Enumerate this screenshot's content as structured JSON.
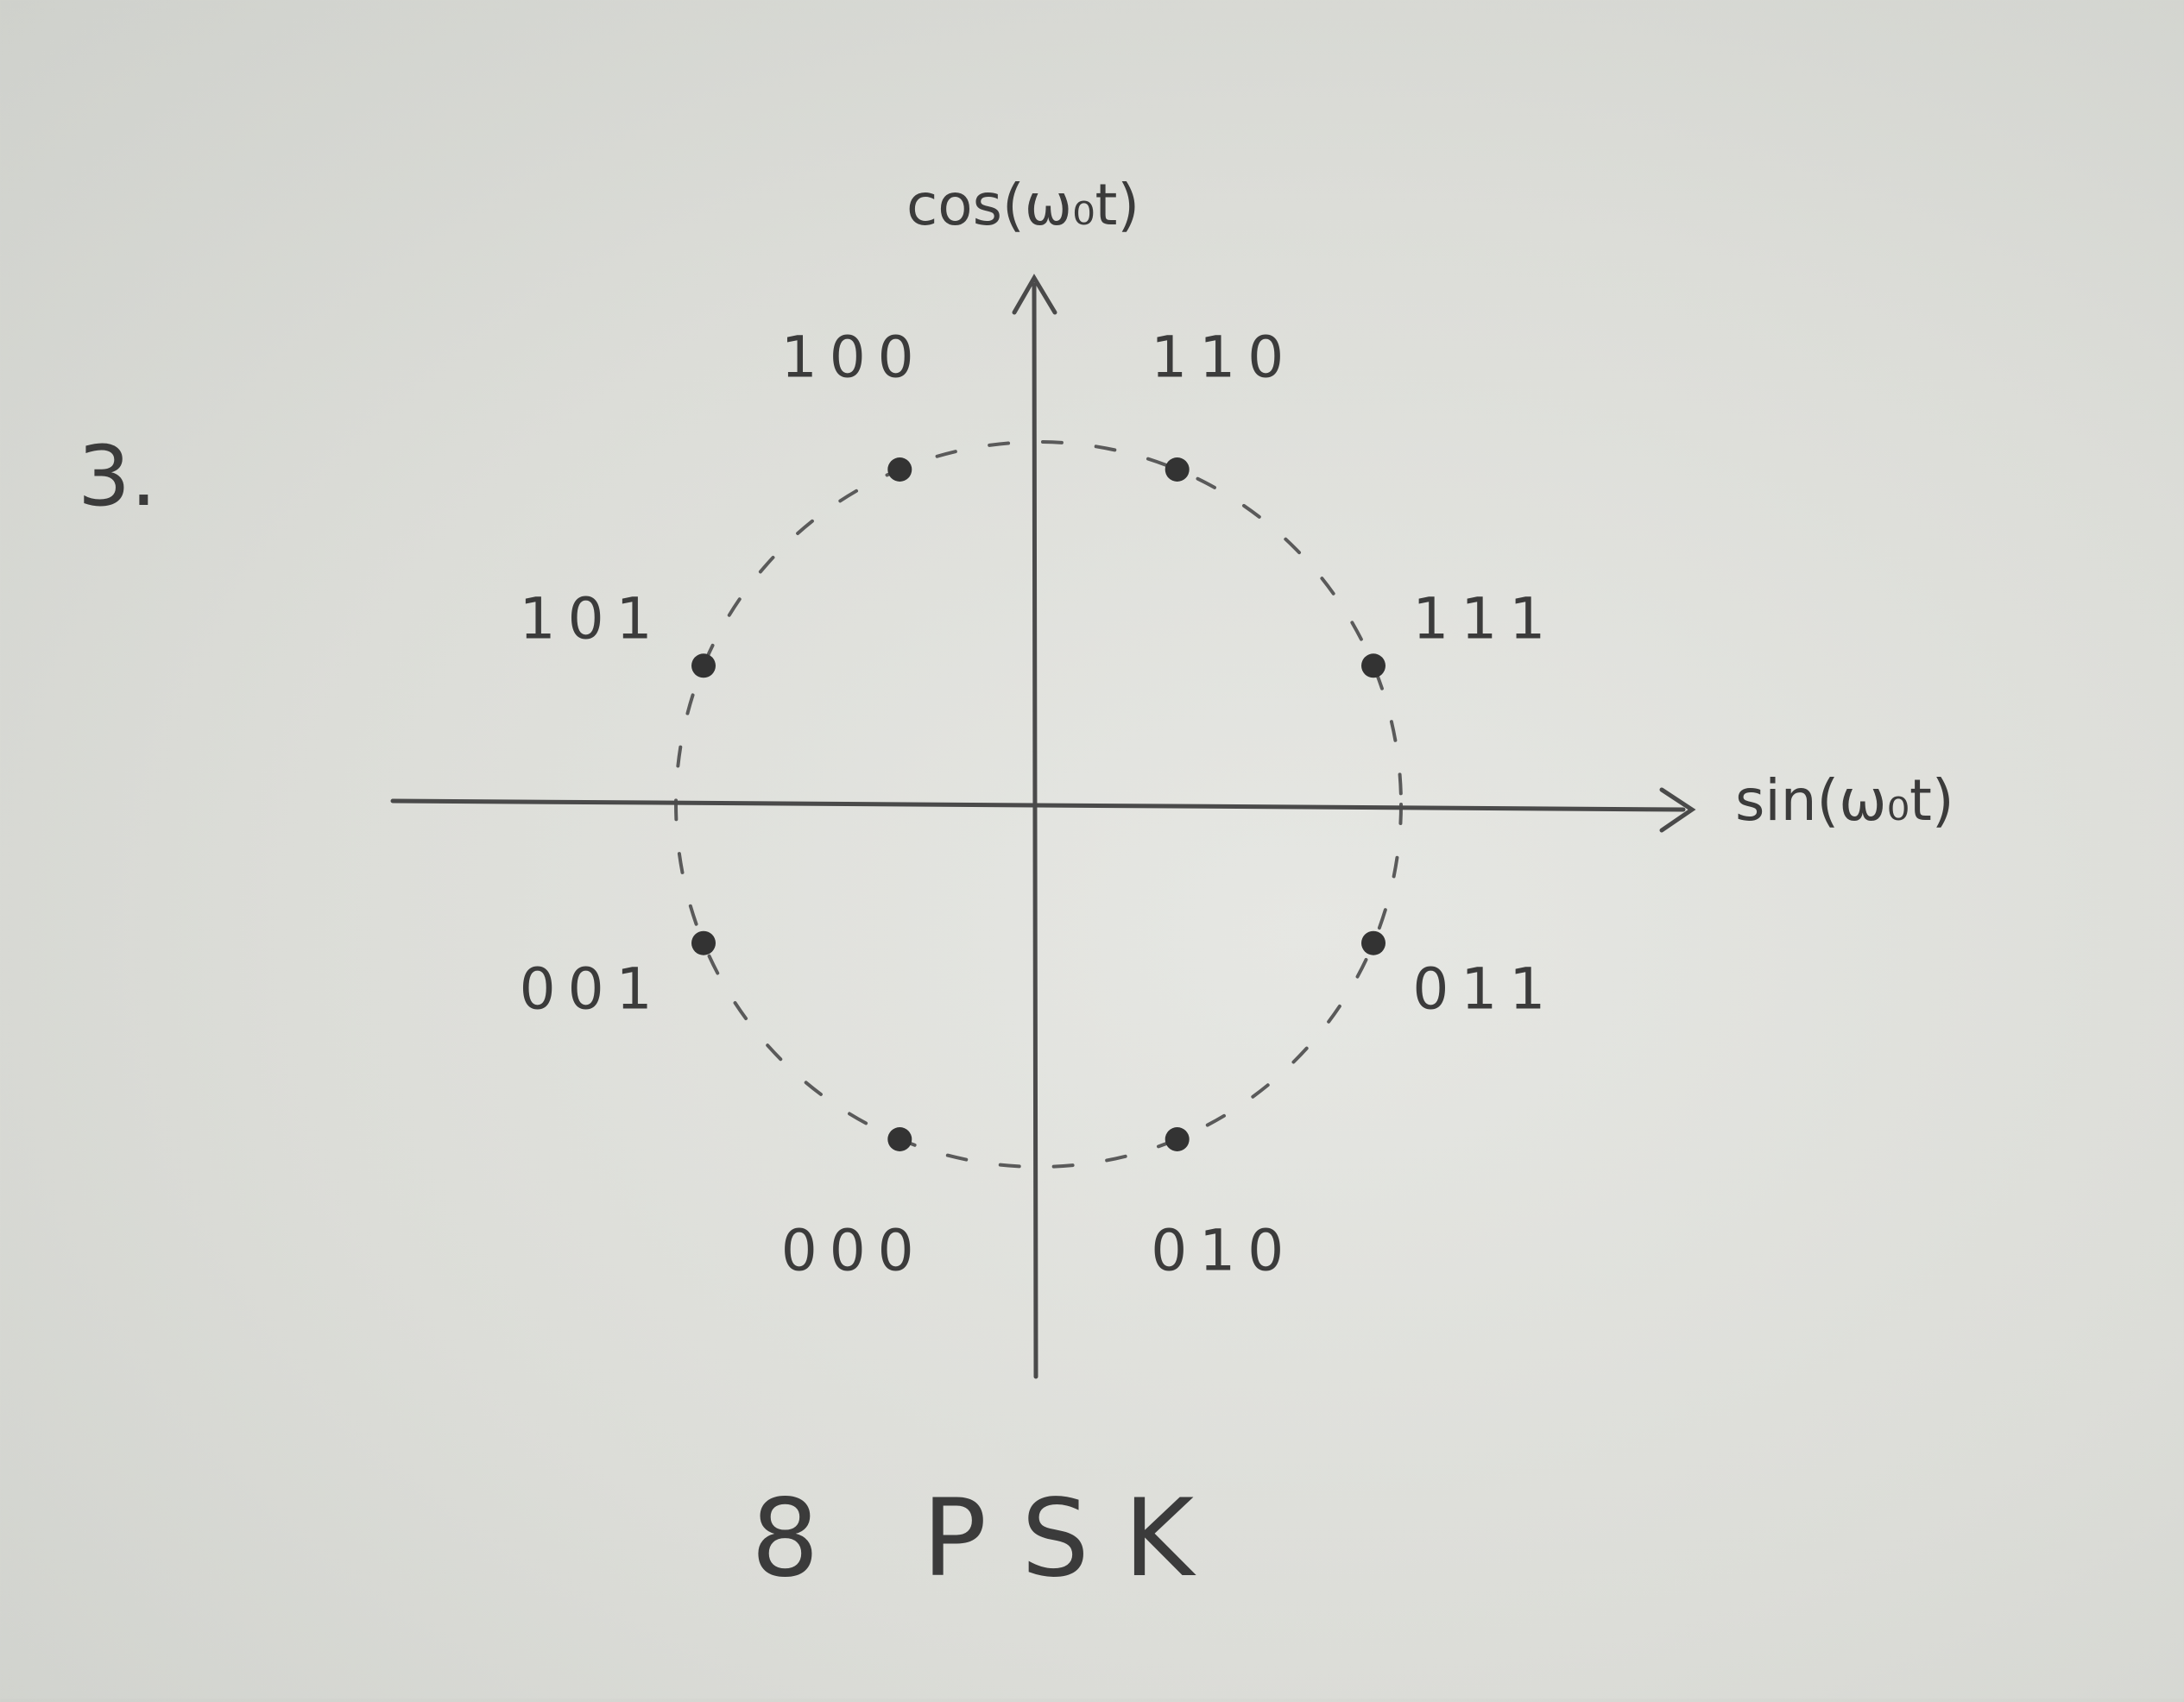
{
  "problem_number": "3.",
  "axes": {
    "vertical_label": "cos(ω₀t)",
    "horizontal_label": "sin(ω₀t)"
  },
  "constellation": [
    {
      "bits": "110",
      "angle_deg": 67.5
    },
    {
      "bits": "111",
      "angle_deg": 22.5
    },
    {
      "bits": "011",
      "angle_deg": -22.5
    },
    {
      "bits": "010",
      "angle_deg": -67.5
    },
    {
      "bits": "000",
      "angle_deg": -112.5
    },
    {
      "bits": "001",
      "angle_deg": -157.5
    },
    {
      "bits": "101",
      "angle_deg": 157.5
    },
    {
      "bits": "100",
      "angle_deg": 112.5
    }
  ],
  "caption": "8 PSK",
  "colors": {
    "ink": "#3b3b3b",
    "paper": "#dcddd8"
  }
}
